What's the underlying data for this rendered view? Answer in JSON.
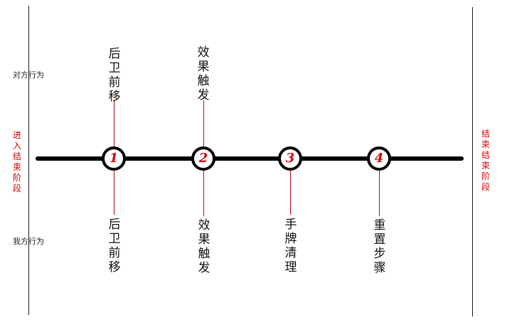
{
  "left_panel": {
    "top_label": "对方行为",
    "bottom_label": "我方行为",
    "stage_label": "进入结束阶段"
  },
  "right_panel": {
    "stage_label": "结束结束阶段"
  },
  "steps": [
    {
      "number": "1",
      "top": "后卫前移",
      "bottom": "后卫前移"
    },
    {
      "number": "2",
      "top": "效果触发",
      "bottom": "效果触发"
    },
    {
      "number": "3",
      "bottom": "手牌清理"
    },
    {
      "number": "4",
      "bottom": "重置步骤"
    }
  ],
  "colors": {
    "accent_red": "#d80000",
    "connector_red": "#d40000",
    "line_black": "#000000"
  }
}
